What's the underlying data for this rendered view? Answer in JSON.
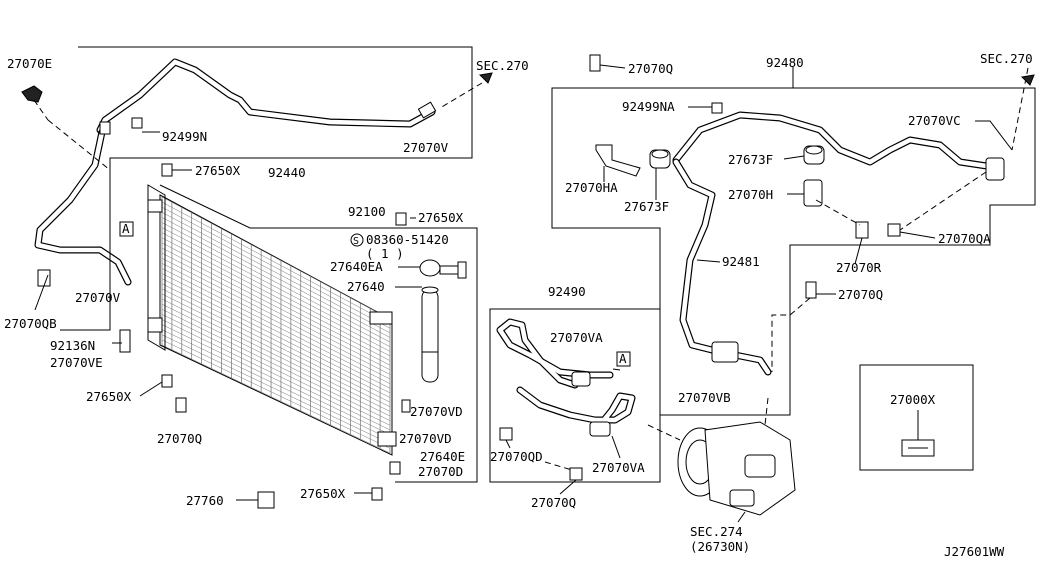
{
  "labels": {
    "p27070E": "27070E",
    "sec270_left": "SEC.270",
    "p92499N": "92499N",
    "p27070V_top": "27070V",
    "p27650X_top": "27650X",
    "p92440": "92440",
    "ref_A_left": "A",
    "p27070V_left": "27070V",
    "p27070QB": "27070QB",
    "p92136N": "92136N",
    "p27070VE": "27070VE",
    "p27650X_left": "27650X",
    "p27070Q_left": "27070Q",
    "p27760": "27760",
    "p92100": "92100",
    "p27650X_mid": "27650X",
    "p08360": "08360-51420",
    "p08360_qty": "( 1 )",
    "p27640EA": "27640EA",
    "p27640": "27640",
    "p27070VD_1": "27070VD",
    "p27070VD_2": "27070VD",
    "p27640E": "27640E",
    "p27070D": "27070D",
    "p27650X_bottom": "27650X",
    "p27070Q_top": "27070Q",
    "p92499NA": "92499NA",
    "p27070HA": "27070HA",
    "p27673F_left": "27673F",
    "p92480": "92480",
    "sec270_right": "SEC.270",
    "p27070VC": "27070VC",
    "p27673F_right": "27673F",
    "p27070H": "27070H",
    "p27070QA": "27070QA",
    "p27070R": "27070R",
    "p92481": "92481",
    "p27070Q_right": "27070Q",
    "p27070VB": "27070VB",
    "p92490": "92490",
    "p27070VA_1": "27070VA",
    "ref_A_mid": "A",
    "p27070QD": "27070QD",
    "p27070VA_2": "27070VA",
    "p27070Q_bottom": "27070Q",
    "sec274": "SEC.274",
    "sec274_sub": "(26730N)",
    "p27000X": "27000X",
    "diagram_code": "J27601WW"
  }
}
